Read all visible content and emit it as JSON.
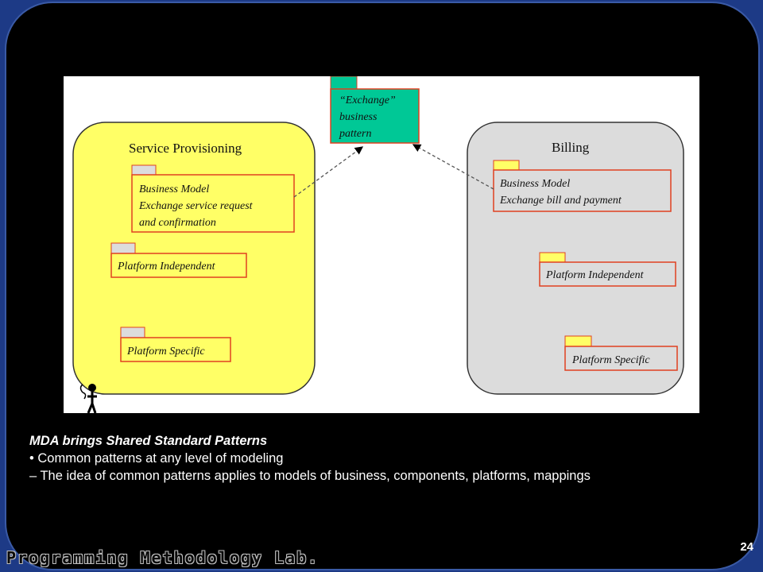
{
  "slide": {
    "page_number": "24",
    "footer_lab": "Programming Methodology Lab."
  },
  "diagram": {
    "left_container": {
      "title": "Service Provisioning",
      "business_model": [
        "Business Model",
        "Exchange service request",
        "and confirmation"
      ],
      "platform_independent": "Platform Independent",
      "platform_specific": "Platform Specific",
      "fill": "#ffff66"
    },
    "right_container": {
      "title": "Billing",
      "business_model": [
        "Business Model",
        "Exchange bill and payment"
      ],
      "platform_independent": "Platform Independent",
      "platform_specific": "Platform Specific",
      "fill": "#dcdcdc"
    },
    "pattern": {
      "lines": [
        "“Exchange”",
        "business",
        "pattern"
      ],
      "fill": "#00c896"
    },
    "box_border_color": "#e04020"
  },
  "caption": {
    "title": "MDA brings Shared Standard Patterns",
    "bullet": "• Common patterns at any level of modeling",
    "dash": "– The idea of common patterns applies to models of business, components, platforms, mappings"
  }
}
